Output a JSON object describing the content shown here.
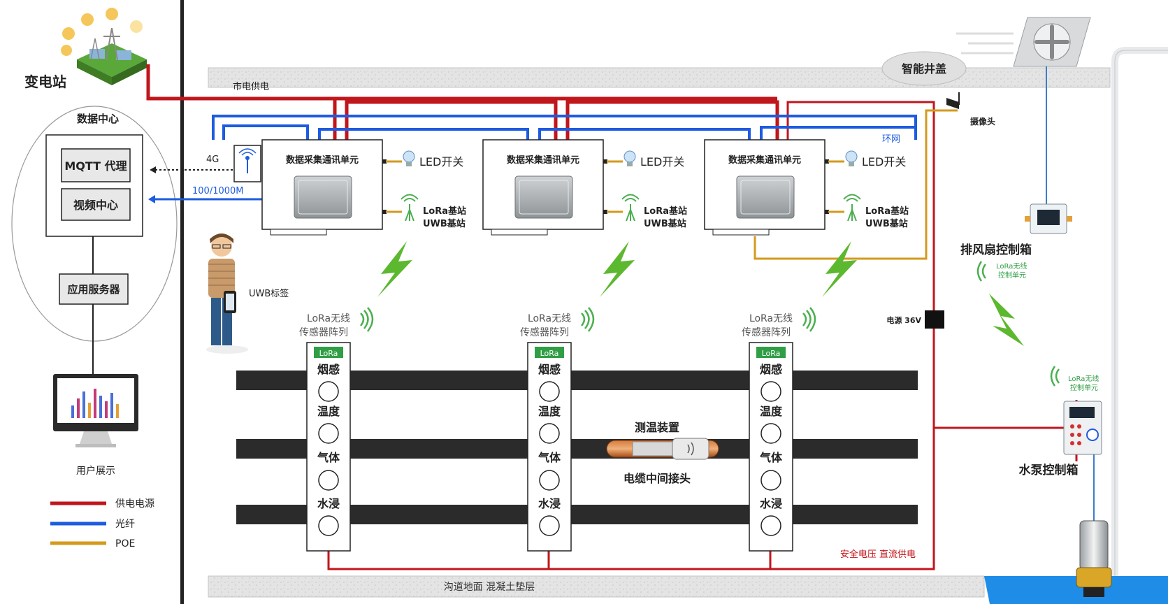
{
  "substation": {
    "label": "变电站"
  },
  "data_center": {
    "title": "数据中心",
    "mqtt": "MQTT 代理",
    "video": "视频中心",
    "app_server": "应用服务器",
    "user_display": "用户展示"
  },
  "legend": [
    {
      "label": "供电电源",
      "color": "#c0161c"
    },
    {
      "label": "光纤",
      "color": "#1d5be0"
    },
    {
      "label": "POE",
      "color": "#d49a1e"
    }
  ],
  "links": {
    "net_4g": "4G",
    "ethernet": "100/1000M"
  },
  "mains_power": "市电供电",
  "ring_network": "环网",
  "manhole": "智能井盖",
  "camera": "摄像头",
  "units": [
    {
      "title": "数据采集通讯单元",
      "led": "LED开关",
      "lora": "LoRa基站",
      "uwb": "UWB基站"
    },
    {
      "title": "数据采集通讯单元",
      "led": "LED开关",
      "lora": "LoRa基站",
      "uwb": "UWB基站"
    },
    {
      "title": "数据采集通讯单元",
      "led": "LED开关",
      "lora": "LoRa基站",
      "uwb": "UWB基站"
    }
  ],
  "person_tag": "UWB标签",
  "sensor_arrays": [
    {
      "title1": "LoRa无线",
      "title2": "传感器阵列",
      "badge": "LoRa",
      "sensors": [
        "烟感",
        "温度",
        "气体",
        "水浸"
      ]
    },
    {
      "title1": "LoRa无线",
      "title2": "传感器阵列",
      "badge": "LoRa",
      "sensors": [
        "烟感",
        "温度",
        "气体",
        "水浸"
      ]
    },
    {
      "title1": "LoRa无线",
      "title2": "传感器阵列",
      "badge": "LoRa",
      "sensors": [
        "烟感",
        "温度",
        "气体",
        "水浸"
      ]
    }
  ],
  "temp_device": "测温装置",
  "cable_joint": "电缆中间接头",
  "power_36v": "电源 36V",
  "safe_voltage": "安全电压 直流供电",
  "floor": "沟道地面 混凝土垫层",
  "fan_box": {
    "title": "排风扇控制箱",
    "lora1": "LoRa无线",
    "lora2": "控制单元"
  },
  "pump_box": {
    "title": "水泵控制箱",
    "lora1": "LoRa无线",
    "lora2": "控制单元"
  }
}
